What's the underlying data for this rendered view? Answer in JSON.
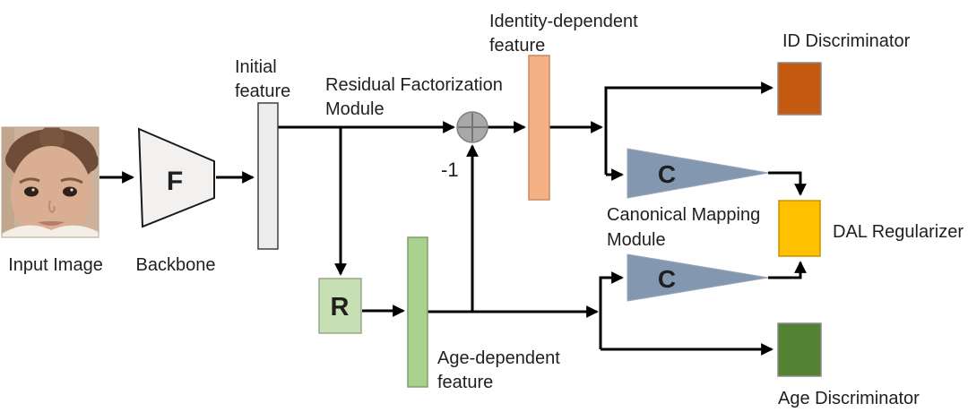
{
  "figure": {
    "type": "architecture-diagram",
    "labels": {
      "input_image": "Input Image",
      "backbone": "Backbone",
      "backbone_symbol": "F",
      "initial_feature": [
        "Initial",
        "feature"
      ],
      "residual_module": [
        "Residual Factorization",
        "Module"
      ],
      "residual_symbol": "R",
      "identity_feature": [
        "Identity-dependent",
        "feature"
      ],
      "age_feature": [
        "Age-dependent",
        "feature"
      ],
      "sum_weight": "-1",
      "canonical_module": [
        "Canonical Mapping",
        "Module"
      ],
      "canonical_symbol": "C",
      "id_discriminator": "ID Discriminator",
      "dal_regularizer": "DAL Regularizer",
      "age_discriminator": "Age Discriminator"
    },
    "colors": {
      "backbone_fill": "#F2F1EF",
      "initial_feature_bar": "#EDEDED",
      "residual_box": "#C6E0B4",
      "age_feature_bar": "#A9D18E",
      "identity_feature_bar": "#F4B183",
      "sum_node": "#A8A8A8",
      "canonical_triangle": "#8497B0",
      "id_discriminator_box": "#C55A11",
      "dal_regularizer_box": "#FFC000",
      "age_discriminator_box": "#548235",
      "arrow": "#000000",
      "text": "#1F1F1F"
    }
  }
}
